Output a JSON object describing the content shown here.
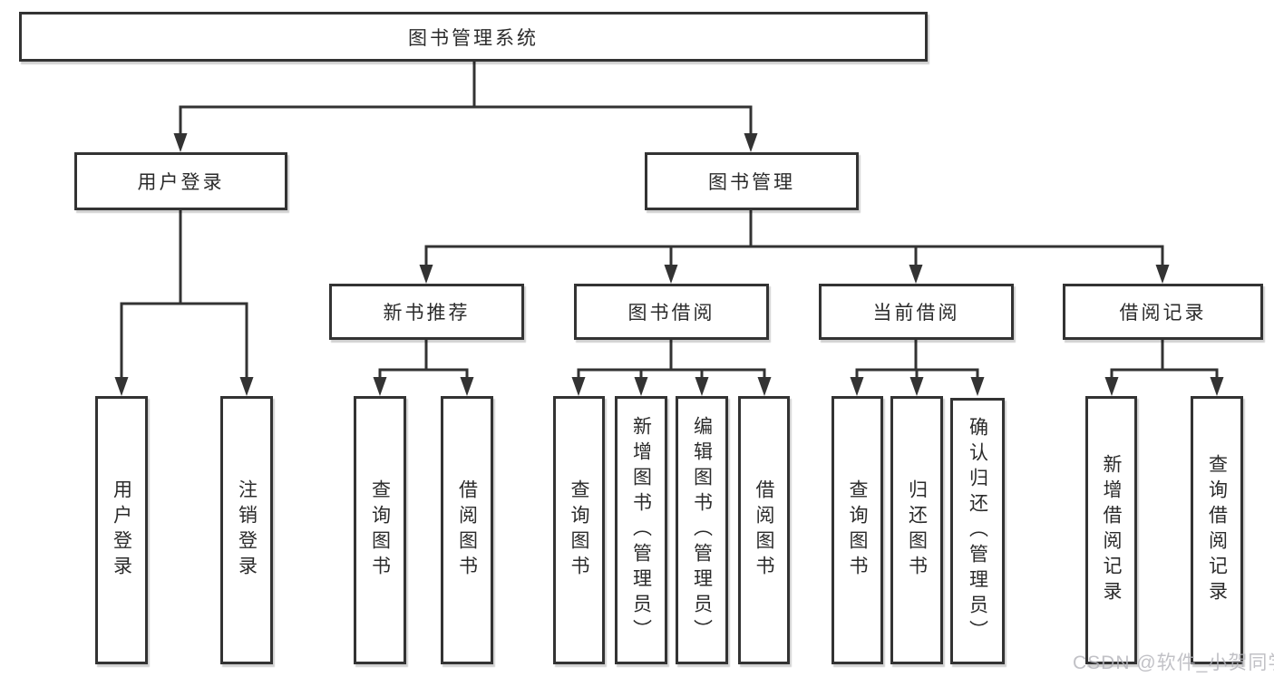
{
  "colors": {
    "line": "#333333",
    "box_border": "#333333",
    "text": "#2b2b2b",
    "watermark": "#b4b4ba"
  },
  "tree": {
    "root": {
      "label": "图书管理系统"
    },
    "children": [
      {
        "label": "用户登录",
        "children": [
          {
            "label": "用户登录"
          },
          {
            "label": "注销登录"
          }
        ]
      },
      {
        "label": "图书管理",
        "children": [
          {
            "label": "新书推荐",
            "children": [
              {
                "label": "查询图书"
              },
              {
                "label": "借阅图书"
              }
            ]
          },
          {
            "label": "图书借阅",
            "children": [
              {
                "label": "查询图书"
              },
              {
                "label": "新增图书（管理员）"
              },
              {
                "label": "编辑图书（管理员）"
              },
              {
                "label": "借阅图书"
              }
            ]
          },
          {
            "label": "当前借阅",
            "children": [
              {
                "label": "查询图书"
              },
              {
                "label": "归还图书"
              },
              {
                "label": "确认归还（管理员）"
              }
            ]
          },
          {
            "label": "借阅记录",
            "children": [
              {
                "label": "新增借阅记录"
              },
              {
                "label": "查询借阅记录"
              }
            ]
          }
        ]
      }
    ]
  },
  "watermark": {
    "text": "CSDN @软件_小贺同学"
  }
}
